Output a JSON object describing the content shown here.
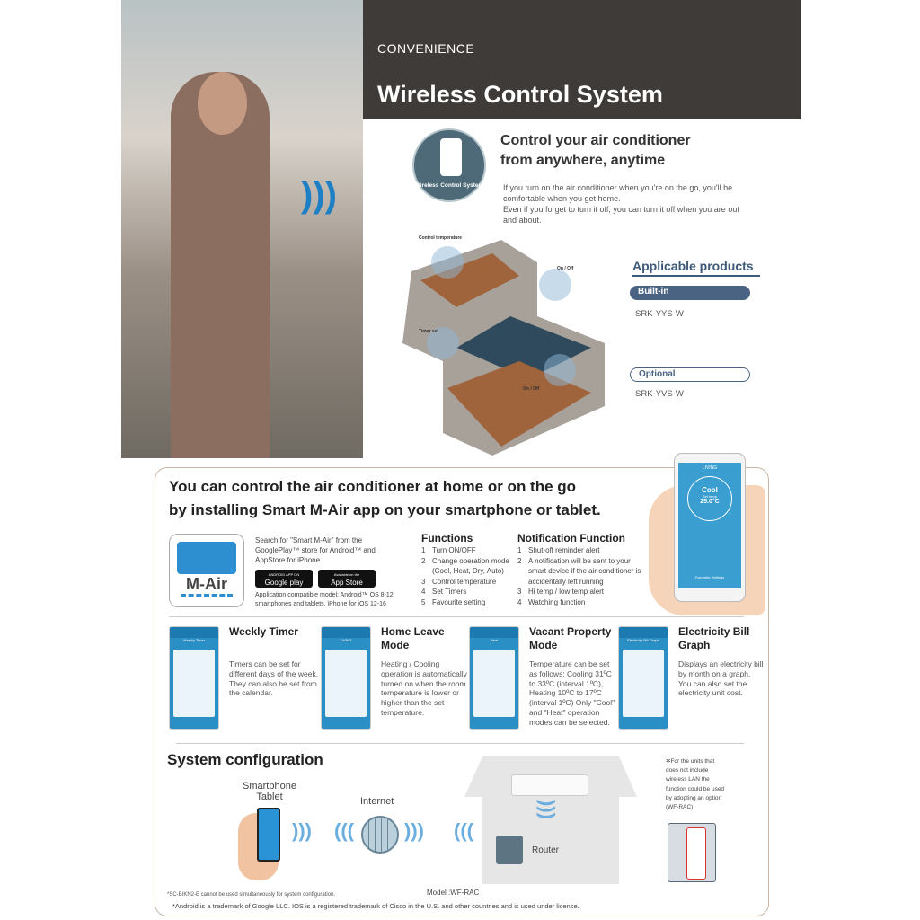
{
  "header": {
    "kicker": "CONVENIENCE",
    "title": "Wireless Control System"
  },
  "badge": {
    "label": "Wireless Control System"
  },
  "intro": {
    "title_line1": "Control your air conditioner",
    "title_line2": "from anywhere, anytime",
    "body1": "If you turn on the air conditioner when you're on the go, you'll be comfortable when you get home.",
    "body2": "Even if you forget to turn it off, you can turn it off when you are out and about."
  },
  "house_labels": {
    "control_temp": "Control temperature",
    "on_off_1": "On / Off",
    "timer": "Timer set",
    "on_off_2": "On / Off"
  },
  "products": {
    "title": "Applicable products",
    "builtin_label": "Built-in",
    "builtin_model": "SRK-YYS-W",
    "optional_label": "Optional",
    "optional_model": "SRK-YVS-W"
  },
  "app": {
    "headline1": "You can control the air conditioner at home or on the go",
    "headline2": "by installing Smart M-Air app on your smartphone or tablet.",
    "logo_text": "M-Air",
    "search_text": "Search for \"Smart M-Air\" from the GooglePlay™ store for Android™ and AppStore for iPhone.",
    "google_small": "ANDROID APP ON",
    "google_big": "Google play",
    "apple_small": "Available on the",
    "apple_big": "App Store",
    "compat": "Application compatible model: Android™ OS 8-12 smartphones and tablets, iPhone for iOS 12-16"
  },
  "phone": {
    "room": "LIVING",
    "mode": "Cool",
    "set_temp_label": "Set temp",
    "temp": "25.0°C",
    "favourite": "Favourite Settings"
  },
  "functions": {
    "title": "Functions",
    "items": [
      {
        "n": "1",
        "t": "Turn ON/OFF"
      },
      {
        "n": "2",
        "t": "Change operation mode (Cool, Heat, Dry, Auto)"
      },
      {
        "n": "3",
        "t": "Control temperature"
      },
      {
        "n": "4",
        "t": "Set Timers"
      },
      {
        "n": "5",
        "t": "Favourite setting"
      }
    ]
  },
  "notifications": {
    "title": "Notification Function",
    "items": [
      {
        "n": "1",
        "t": "Shut-off reminder alert"
      },
      {
        "n": "2",
        "t": "A notification will be sent to your smart device if the air conditioner is accidentally left running"
      },
      {
        "n": "3",
        "t": "Hi temp / low temp alert"
      },
      {
        "n": "4",
        "t": "Watching function"
      }
    ]
  },
  "features": [
    {
      "title": "Weekly Timer",
      "body": "Timers can be set for different days of the week. They can also be set from the calendar.",
      "screen": "Weekly Timer"
    },
    {
      "title": "Home Leave Mode",
      "body": "Heating / Cooling operation is automatically turned on when the room temperature is lower or higher than the set temperature.",
      "screen": "LIVING"
    },
    {
      "title": "Vacant Property Mode",
      "body": "Temperature can be set as follows: Cooling 31ºC to 33ºC (interval 1ºC), Heating 10ºC to 17ºC (interval 1ºC) Only \"Cool\" and \"Heat\" operation modes can be selected.",
      "screen": "Heat"
    },
    {
      "title": "Electricity Bill Graph",
      "body": "Displays an electricity bill by month on a graph. You can also set the electricity unit cost.",
      "screen": "Electricity Bill Graph"
    }
  ],
  "system": {
    "title": "System configuration",
    "smartphone": "Smartphone",
    "tablet": "Tablet",
    "internet": "Internet",
    "router": "Router",
    "model": "Model :WF-RAC",
    "side_note": "✻For the units that does not include wireless LAN the function could be used by adopting an option (WF-RAC)",
    "foot1": "*SC-BIKN2-E cannot be used simultaneously for system configuration.",
    "foot2": "*Android is a trademark of Google LLC. IOS is a registered trademark of Cisco in the U.S. and other countries and is used under license."
  }
}
